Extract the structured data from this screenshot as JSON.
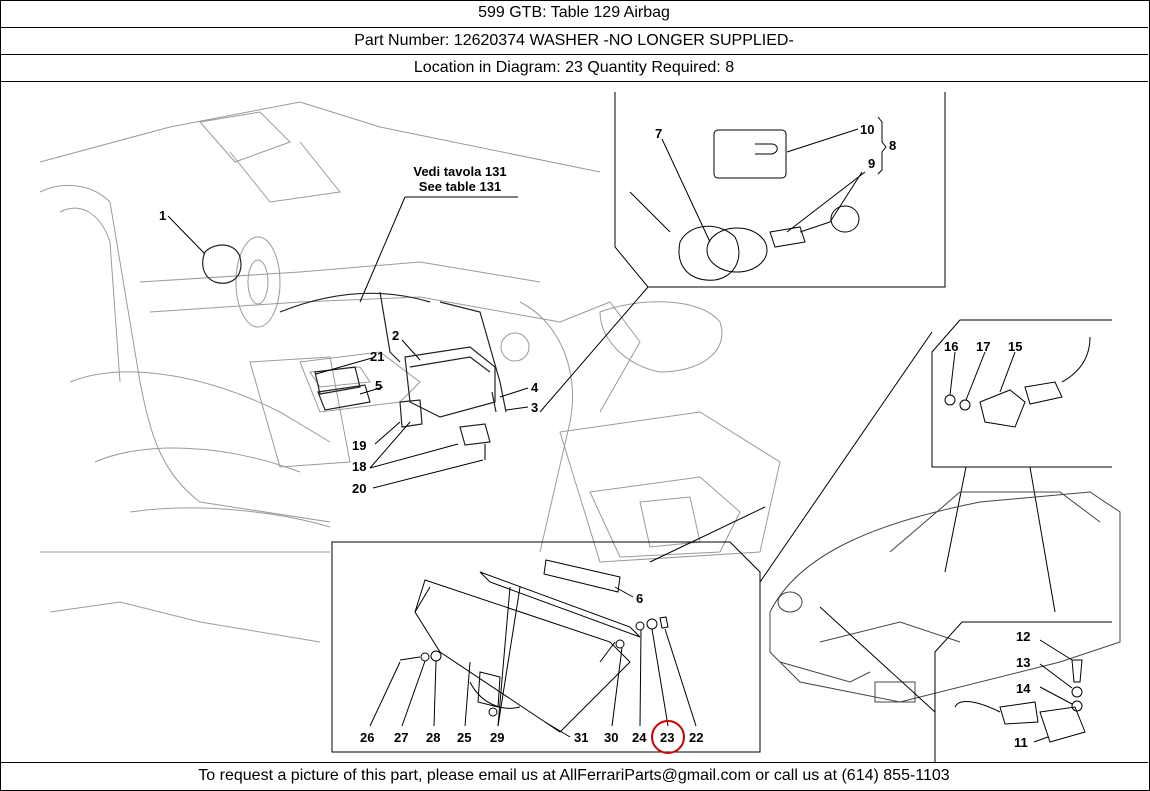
{
  "header": {
    "title": "599 GTB:   Table 129 Airbag",
    "part_number": "Part Number: 12620374   WASHER -NO LONGER SUPPLIED-",
    "location": "Location in Diagram: 23   Quantity Required: 8"
  },
  "diagram": {
    "ref_it": "Vedi tavola 131",
    "ref_en": "See table 131",
    "callouts": {
      "c1": "1",
      "c2": "2",
      "c3": "3",
      "c4": "4",
      "c5": "5",
      "c6": "6",
      "c7": "7",
      "c8": "8",
      "c9": "9",
      "c10": "10",
      "c11": "11",
      "c12": "12",
      "c13": "13",
      "c14": "14",
      "c15": "15",
      "c16": "16",
      "c17": "17",
      "c18": "18",
      "c19": "19",
      "c20": "20",
      "c21": "21",
      "c22": "22",
      "c23": "23",
      "c24": "24",
      "c25": "25",
      "c26": "26",
      "c27": "27",
      "c28": "28",
      "c29": "29",
      "c30": "30",
      "c31": "31"
    },
    "highlight_color": "#cc0000"
  },
  "footer": {
    "text": "To request a picture of this part, please email us at AllFerrariParts@gmail.com or call us at (614) 855-1103"
  }
}
